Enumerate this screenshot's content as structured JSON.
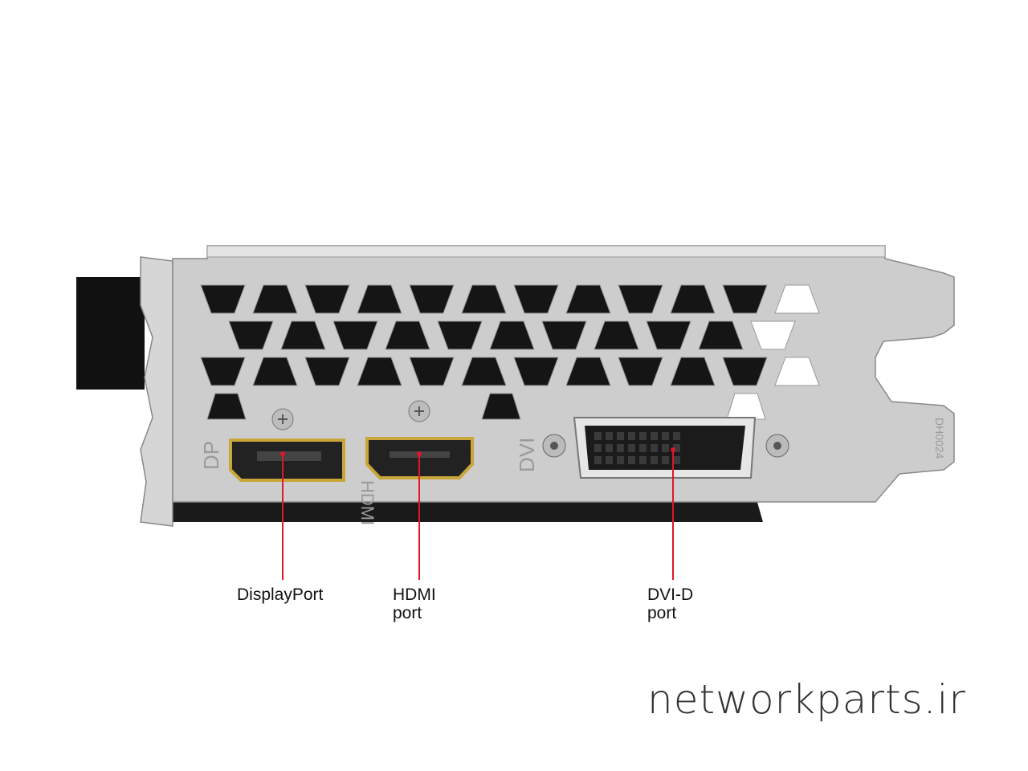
{
  "bracket_markings": {
    "dp": "DP",
    "hdmi": "HDMI",
    "dvi": "DVI",
    "code": "DH0024"
  },
  "callouts": [
    {
      "id": "displayport",
      "line1": "DisplayPort",
      "line2": ""
    },
    {
      "id": "hdmi",
      "line1": "HDMI",
      "line2": "port"
    },
    {
      "id": "dvi-d",
      "line1": "DVI-D",
      "line2": "port"
    }
  ],
  "watermark": "networkparts.ir",
  "colors": {
    "callout_line": "#e0162b",
    "bracket": "#c9c9c9",
    "connector_gold": "#c9a63a"
  }
}
